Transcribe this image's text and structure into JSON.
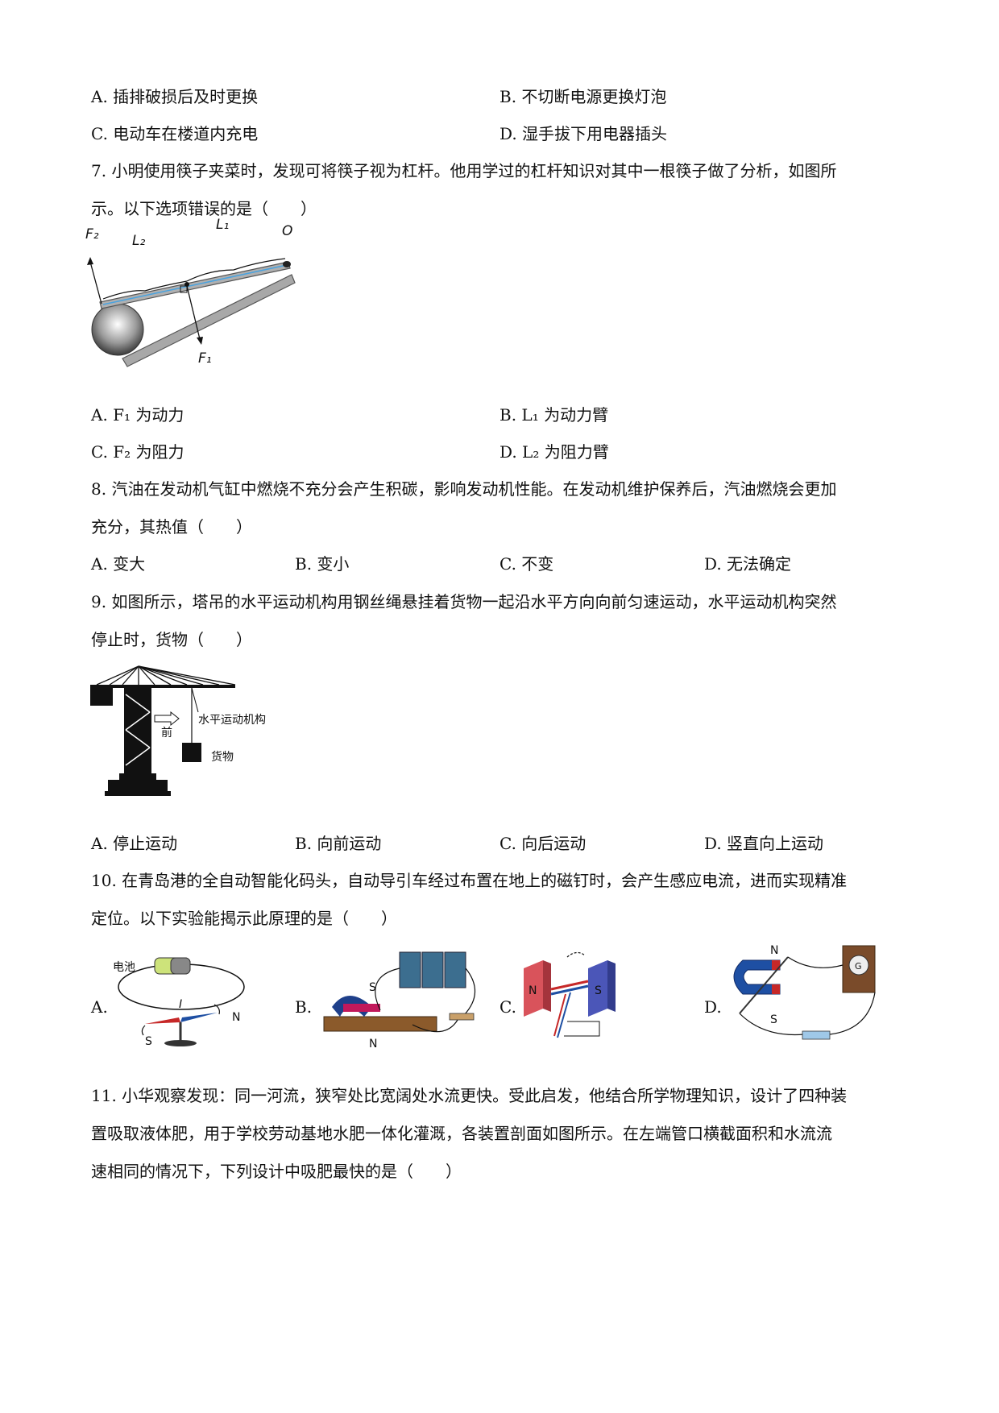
{
  "q6": {
    "a": "A. 插排破损后及时更换",
    "b": "B. 不切断电源更换灯泡",
    "c": "C. 电动车在楼道内充电",
    "d": "D. 湿手拔下用电器插头"
  },
  "q7": {
    "stem_line1": "7. 小明使用筷子夹菜时，发现可将筷子视为杠杆。他用学过的杠杆知识对其中一根筷子做了分析，如图所",
    "stem_line2": "示。以下选项错误的是（　　）",
    "figure_labels": {
      "f2": "F₂",
      "l2": "L₂",
      "l1": "L₁",
      "o": "O",
      "f1": "F₁"
    },
    "a": "A. F₁ 为动力",
    "b": "B. L₁ 为动力臂",
    "c": "C. F₂ 为阻力",
    "d": "D. L₂ 为阻力臂"
  },
  "q8": {
    "stem_line1": "8. 汽油在发动机气缸中燃烧不充分会产生积碳，影响发动机性能。在发动机维护保养后，汽油燃烧会更加",
    "stem_line2": "充分，其热值（　　）",
    "a": "A. 变大",
    "b": "B. 变小",
    "c": "C. 不变",
    "d": "D. 无法确定"
  },
  "q9": {
    "stem_line1": "9. 如图所示，塔吊的水平运动机构用钢丝绳悬挂着货物一起沿水平方向向前匀速运动，水平运动机构突然",
    "stem_line2": "停止时，货物（　　）",
    "figure_labels": {
      "front": "前",
      "mechanism": "水平运动机构",
      "cargo": "货物"
    },
    "a": "A. 停止运动",
    "b": "B. 向前运动",
    "c": "C. 向后运动",
    "d": "D. 竖直向上运动"
  },
  "q10": {
    "stem_line1": "10. 在青岛港的全自动智能化码头，自动导引车经过布置在地上的磁钉时，会产生感应电流，进而实现精准",
    "stem_line2": "定位。以下实验能揭示此原理的是（　　）",
    "a": "A.",
    "b": "B.",
    "c": "C.",
    "d": "D.",
    "fig_a_labels": {
      "battery": "电池",
      "current": "I",
      "n": "N",
      "s": "S"
    },
    "fig_b_labels": {
      "s": "S",
      "n": "N"
    },
    "fig_c_labels": {
      "n": "N",
      "s": "S"
    },
    "fig_d_labels": {
      "n": "N",
      "s": "S",
      "g": "G"
    }
  },
  "q11": {
    "stem_line1": "11. 小华观察发现：同一河流，狭窄处比宽阔处水流更快。受此启发，他结合所学物理知识，设计了四种装",
    "stem_line2": "置吸取液体肥，用于学校劳动基地水肥一体化灌溉，各装置剖面如图所示。在左端管口横截面积和水流流",
    "stem_line3": "速相同的情况下，下列设计中吸肥最快的是（　　）"
  }
}
